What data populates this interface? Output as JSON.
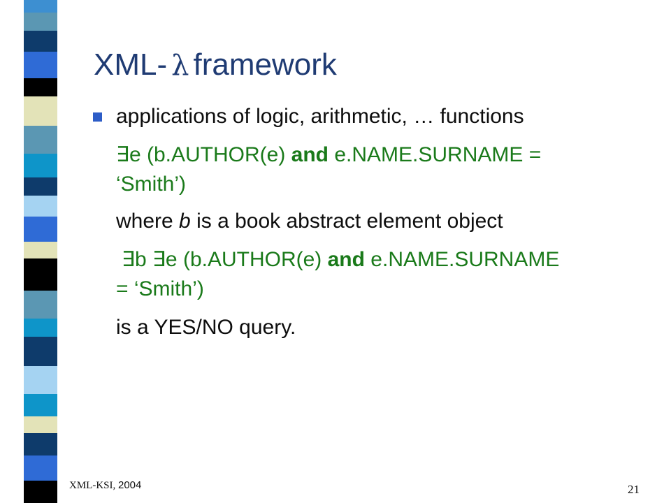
{
  "slide": {
    "title_prefix": "XML-",
    "title_symbol": "λ",
    "title_suffix": "framework",
    "bullet": "applications of logic, arithmetic, … functions",
    "expr1": {
      "part1": "∃e (b.AUTHOR(e) ",
      "keyword": "and",
      "part2": " e.NAME.SURNAME =",
      "line2": "‘Smith’)"
    },
    "note1": {
      "prefix": "where ",
      "var": "b",
      "suffix": " is a book abstract element object"
    },
    "expr2": {
      "part1": "∃b ∃e (b.AUTHOR(e) ",
      "keyword": "and",
      "part2": " e.NAME.SURNAME",
      "line2": "= ‘Smith’)"
    },
    "note2": "is a YES/NO query."
  },
  "footer": {
    "left_xml": "XML-",
    "left_ksi": "KSI",
    "left_sep": ", ",
    "left_year": "2004",
    "page_number": "21"
  },
  "colors": {
    "title": "#1f3b73",
    "green_text": "#1a7a1a",
    "bullet": "#2d5dc7"
  }
}
